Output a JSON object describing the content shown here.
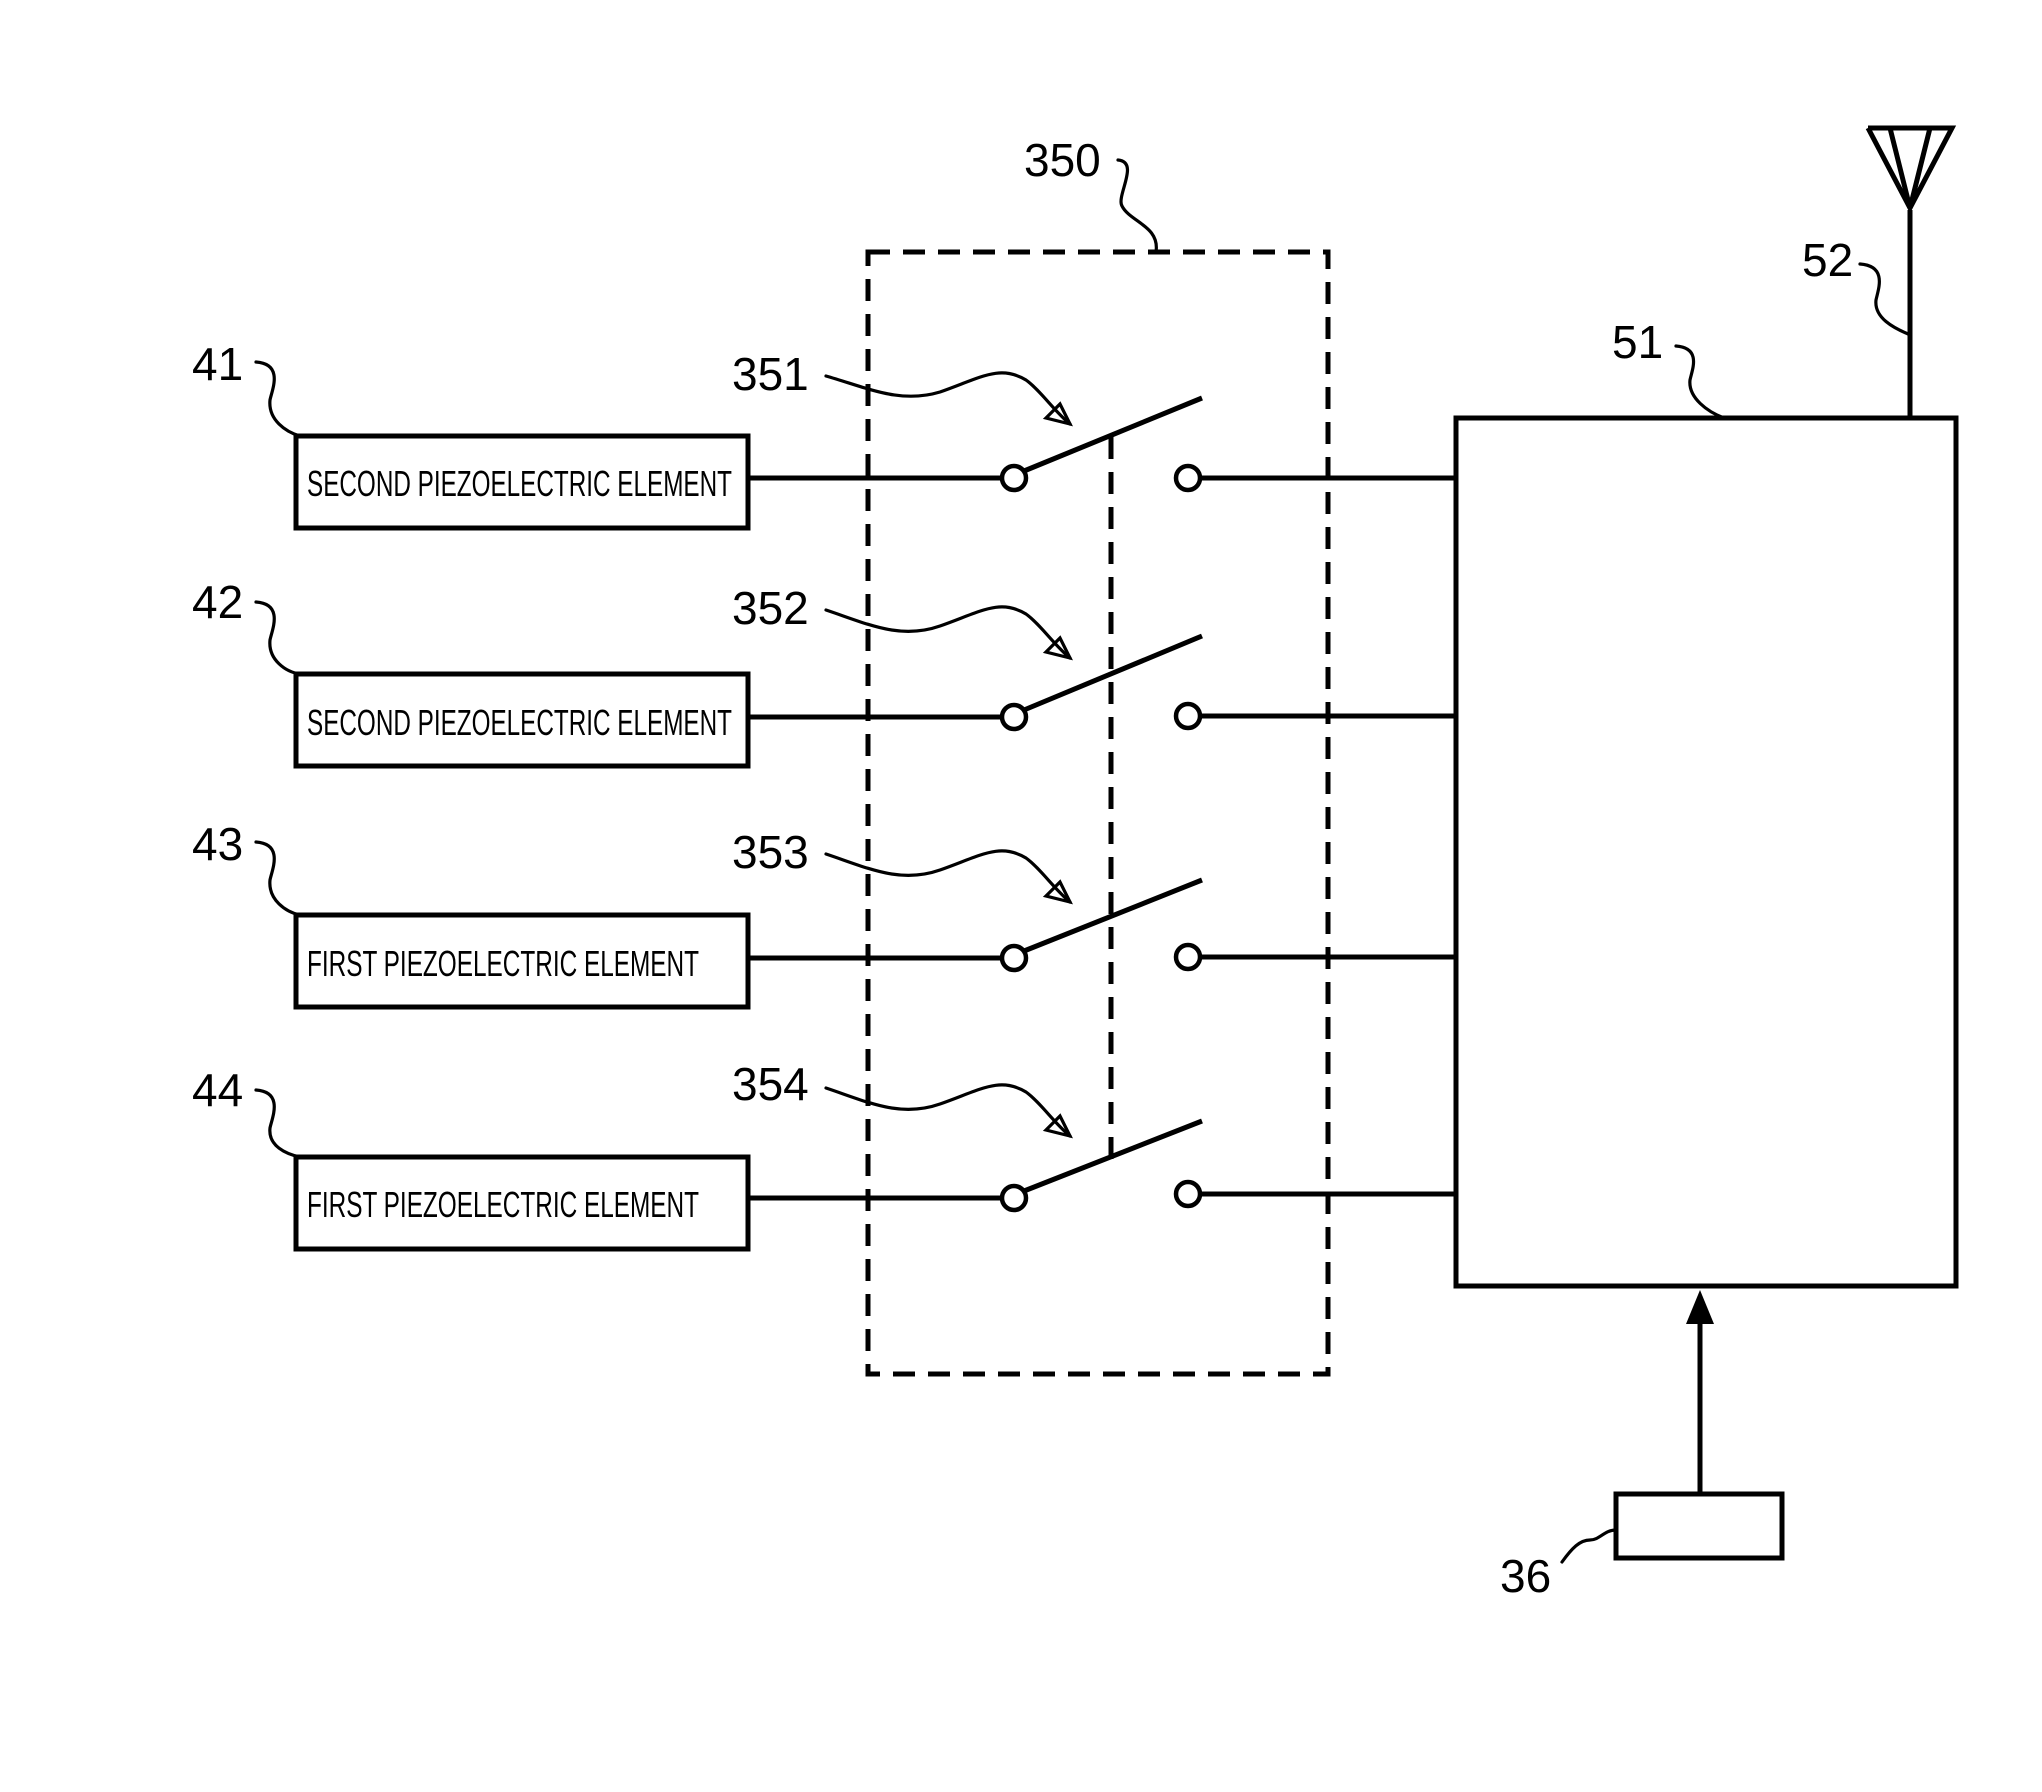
{
  "references": {
    "switch_unit": "350",
    "switch_1": "351",
    "switch_2": "352",
    "switch_3": "353",
    "switch_4": "354",
    "element_1": "41",
    "element_2": "42",
    "element_3": "43",
    "element_4": "44",
    "circuit": "51",
    "antenna": "52",
    "controller": "36"
  },
  "elements": [
    {
      "ref": "41",
      "label": "SECOND PIEZOELECTRIC ELEMENT"
    },
    {
      "ref": "42",
      "label": "SECOND PIEZOELECTRIC ELEMENT"
    },
    {
      "ref": "43",
      "label": "FIRST PIEZOELECTRIC ELEMENT"
    },
    {
      "ref": "44",
      "label": "FIRST PIEZOELECTRIC ELEMENT"
    }
  ],
  "colors": {
    "line": "#000000",
    "background": "#ffffff"
  }
}
